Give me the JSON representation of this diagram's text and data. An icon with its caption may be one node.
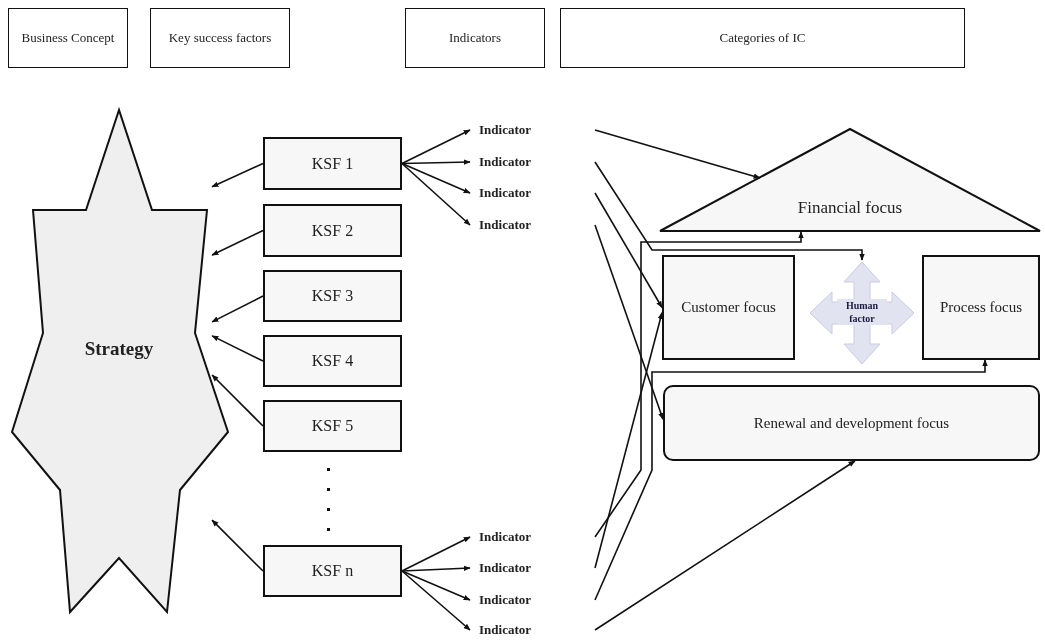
{
  "diagram": {
    "nodes": [
      {
        "text": [
          "Business Concept"
        ]
      },
      {
        "text": [
          "Key success factors"
        ]
      },
      {
        "text": [
          "Indicators"
        ]
      },
      {
        "text": [
          "Categories of IC"
        ]
      },
      {
        "text": [
          "Strategy"
        ]
      },
      {
        "text": [
          "KSF 1"
        ]
      },
      {
        "text": [
          "KSF 2"
        ]
      },
      {
        "text": [
          "KSF 3"
        ]
      },
      {
        "text": [
          "KSF 4"
        ]
      },
      {
        "text": [
          "KSF 5"
        ]
      },
      {
        "text": [
          "KSF n"
        ]
      },
      {
        "text": [
          "Indicator"
        ]
      },
      {
        "text": [
          "Indicator"
        ]
      },
      {
        "text": [
          "Indicator"
        ]
      },
      {
        "text": [
          "Indicator"
        ]
      },
      {
        "text": [
          "Indicator"
        ]
      },
      {
        "text": [
          "Indicator"
        ]
      },
      {
        "text": [
          "Indicator"
        ]
      },
      {
        "text": [
          "Indicator"
        ]
      },
      {
        "text": [
          "Financial focus"
        ]
      },
      {
        "text": [
          "Customer focus"
        ]
      },
      {
        "text": [
          "Human factor"
        ]
      },
      {
        "text": [
          "Process focus"
        ]
      },
      {
        "text": [
          "Renewal and development focus"
        ]
      }
    ],
    "edges": [
      {
        "from": 5,
        "to": 4,
        "arrow": "to"
      },
      {
        "from": 6,
        "to": 4,
        "arrow": "to"
      },
      {
        "from": 7,
        "to": 4,
        "arrow": "to"
      },
      {
        "from": 8,
        "to": 4,
        "arrow": "to"
      },
      {
        "from": 9,
        "to": 4,
        "arrow": "to"
      },
      {
        "from": 10,
        "to": 4,
        "arrow": "to"
      },
      {
        "from": 5,
        "to": 11,
        "arrow": "to"
      },
      {
        "from": 5,
        "to": 12,
        "arrow": "to"
      },
      {
        "from": 5,
        "to": 13,
        "arrow": "to"
      },
      {
        "from": 5,
        "to": 14,
        "arrow": "to"
      },
      {
        "from": 10,
        "to": 15,
        "arrow": "to"
      },
      {
        "from": 10,
        "to": 16,
        "arrow": "to"
      },
      {
        "from": 10,
        "to": 17,
        "arrow": "to"
      },
      {
        "from": 10,
        "to": 18,
        "arrow": "to"
      },
      {
        "from": 11,
        "to": 19,
        "arrow": "to"
      },
      {
        "from": 12,
        "to": 21,
        "arrow": "to"
      },
      {
        "from": 13,
        "to": 20,
        "arrow": "to"
      },
      {
        "from": 14,
        "to": 23,
        "arrow": "to"
      },
      {
        "from": 15,
        "to": 19,
        "arrow": "to"
      },
      {
        "from": 16,
        "to": 20,
        "arrow": "to"
      },
      {
        "from": 17,
        "to": 22,
        "arrow": "to"
      },
      {
        "from": 18,
        "to": 23,
        "arrow": "to"
      }
    ]
  }
}
